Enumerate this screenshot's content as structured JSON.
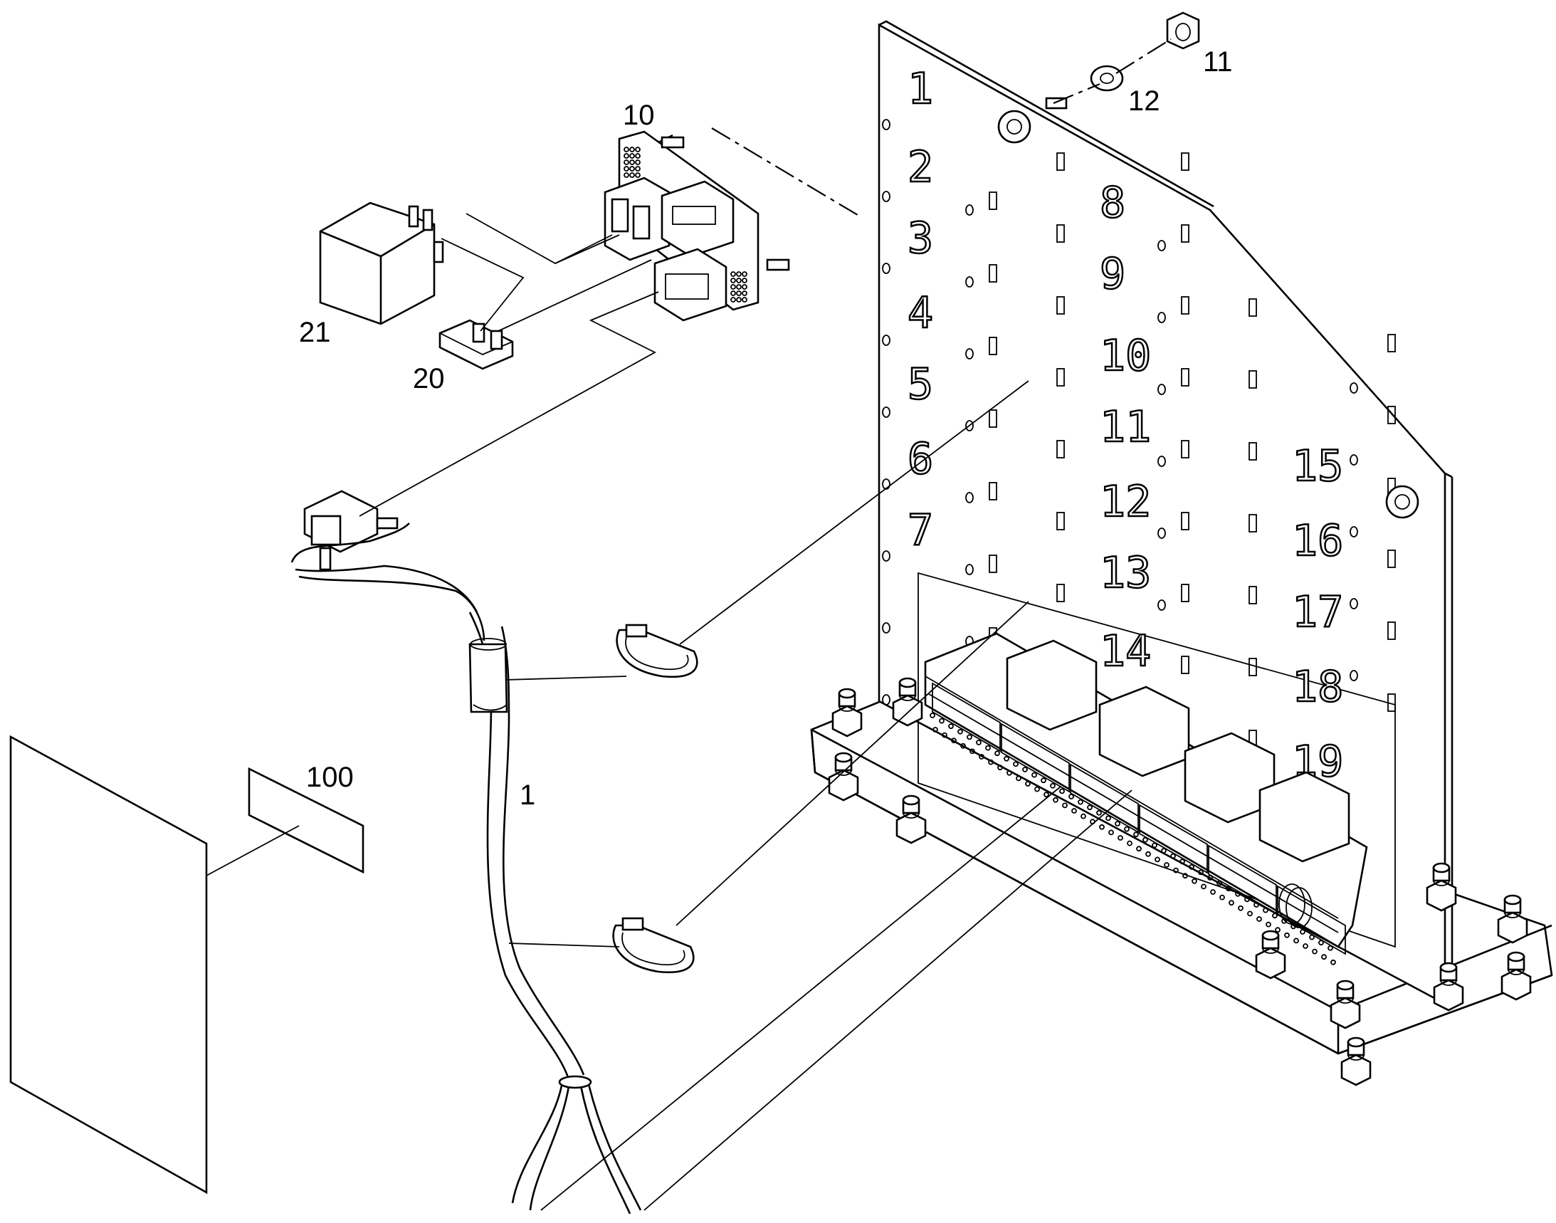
{
  "callouts": [
    {
      "id": "1",
      "label": "1"
    },
    {
      "id": "10",
      "label": "10"
    },
    {
      "id": "11",
      "label": "11"
    },
    {
      "id": "12",
      "label": "12"
    },
    {
      "id": "20",
      "label": "20"
    },
    {
      "id": "21",
      "label": "21"
    },
    {
      "id": "100",
      "label": "100"
    }
  ],
  "plate_numbers": [
    "1",
    "2",
    "3",
    "4",
    "5",
    "6",
    "7",
    "8",
    "9",
    "10",
    "11",
    "12",
    "13",
    "14",
    "15",
    "16",
    "17",
    "18",
    "19"
  ]
}
